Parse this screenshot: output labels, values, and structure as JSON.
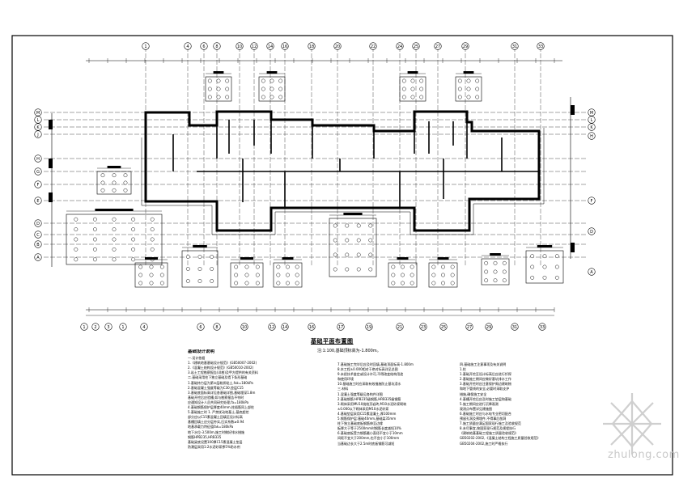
{
  "drawing": {
    "title": "基础平面布置图",
    "subtitle": "注:1:100,基础顶标高为-1.800m。",
    "grid_top": [
      "1",
      "4",
      "6",
      "8",
      "10",
      "12",
      "14",
      "16",
      "18",
      "20",
      "22",
      "24",
      "25",
      "27",
      "29",
      "31",
      "33"
    ],
    "grid_bottom": [
      "1",
      "2",
      "3",
      "1",
      "4",
      "6",
      "8",
      "10",
      "12",
      "14",
      "16",
      "17",
      "19",
      "21",
      "23",
      "25",
      "27",
      "29",
      "31",
      "33"
    ],
    "grid_left": [
      "M",
      "L",
      "K",
      "J",
      "H",
      "G",
      "F",
      "E",
      "D",
      "C",
      "B",
      "A"
    ],
    "grid_right": [
      "M",
      "L",
      "K",
      "H",
      "F",
      "D",
      "A"
    ]
  },
  "notes": {
    "heading": "基础设计说明",
    "col1": [
      "一.设计依据",
      "1.《建筑地基基础设计规范》(GB50007-2002)",
      "2.《混凝土结构设计规范》(GB50010-2002)",
      "3.岩土工程勘察报告(详勘)及甲方提供的有关资料",
      "二.基础采用柱下独立基础及墙下条形基础",
      "1.基础持力层为第②层粉质粘土,fak=180kPa",
      "2.基础混凝土强度等级为C30,垫层C15",
      "3.基础底面标高详见各基础详图,基础埋深1.8m",
      "  基础开挖后应验槽,如与勘察报告不符时",
      "  应通知设计人员共同研究处理,fa=180kPa",
      "4.基础钢筋保护层厚度40mm,柱插筋同上部柱",
      "5.基础施工时 1. 严禁扰动地基土,基底超挖",
      "  部分应以C15素混凝土回填至设计标高",
      "  基槽回填土应分层夯实,压实系数≥0.94",
      "  地基承载力特征值fak=180kPa",
      "  地下水位-3.500m,施工时做好排水措施",
      "  钢筋HPB235,HRB335",
      "  基础梁底设置100厚C15素混凝土垫层",
      "  防潮层采用1:2水泥砂浆掺5%防水剂"
    ],
    "col2": [
      "7.基础施工完毕后应及时回填,基础顶面标高-1.800m",
      "8.本工程±0.000相对于绝对标高详见总图",
      "9.未经技术鉴定或设计许可,不得改变结构用途",
      "  和使用环境",
      "10.基础施工时应采取有效措施防止基坑浸水",
      "三.材料",
      "1.混凝土强度等级见各构件详图",
      "2.基础钢筋:HPB235级钢筋,HRB335级钢筋",
      "3.砌体采用MU10烧结页岩砖,M10水泥砂浆砌筑",
      "  ±0.000以下砌体采用M10水泥砂浆",
      "4.基础垫层采用C15素混凝土,厚100mm",
      "5.钢筋保护层:基础40mm,基础梁35mm",
      "  柱下独立基础底板钢筋伸至边缘",
      "  板厚大于等于2500mm时钢筋长度减短10%",
      "6.基础底板受力钢筋最小直径不宜小于10mm",
      "  间距不宜大于200mm,也不宜小于100mm",
      "  当基础边长大于2.5m时底板钢筋可减短"
    ],
    "col3": [
      "四.基础施工注意事项及有关说明",
      "1.柱",
      "1.基础开挖至设计标高后应进行钎探",
      "2.基础施工期间应做好基坑排水工作",
      "3.基础开挖时应注意保护周边建筑物",
      "  和地下管线的安全,必要时采取支护",
      "  措施,确保施工安全",
      "4.基槽开挖后应及时施工垫层和基础",
      "5.施工期间应进行沉降观测",
      "  观测点布置详见建施图",
      "6.基础施工时应与水电专业密切配合",
      "  预留孔洞及预埋件,不得事后凿洞",
      "7.施工质量应满足国家现行施工及验收规范",
      "8.未尽事宜,按国家现行规范及规程执行",
      "  《建筑地基基础工程施工质量验收规范》",
      "  GB50202-2002,《混凝土结构工程施工质量验收规范》",
      "  GB50204-2002,施工时严格执行"
    ]
  },
  "watermark": {
    "site": "zhulong.com"
  }
}
